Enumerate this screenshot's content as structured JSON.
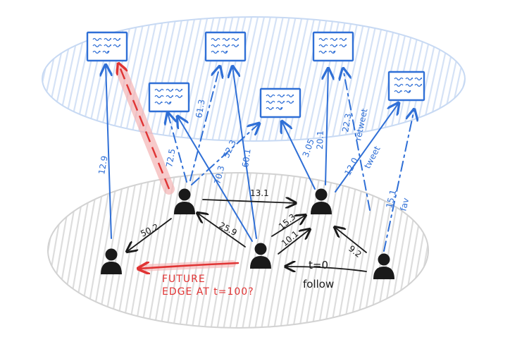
{
  "colors": {
    "blue": "#2f6fd6",
    "black": "#1a1a1a",
    "red": "#e03434",
    "hatch_blue": "#c7d9f3",
    "hatch_grey": "#d2d2d2"
  },
  "icons": {
    "tweet": "document-icon",
    "user": "user-icon"
  },
  "blue_labels": [
    "12.9",
    "72.5",
    "61.3",
    "52.3",
    "70.3",
    "60.1",
    "3.05",
    "20.1",
    "22.3",
    "retweet",
    "12.0",
    "tweet",
    "15.1",
    "fav"
  ],
  "black_labels": [
    "13.1",
    "50.2",
    "25.9",
    "15.3",
    "10.1",
    "9.2"
  ],
  "follow_labels": {
    "t": "t=0",
    "follow": "follow"
  },
  "future_edge": {
    "line1": "FUTURE",
    "line2": "EDGE AT t=100?"
  }
}
